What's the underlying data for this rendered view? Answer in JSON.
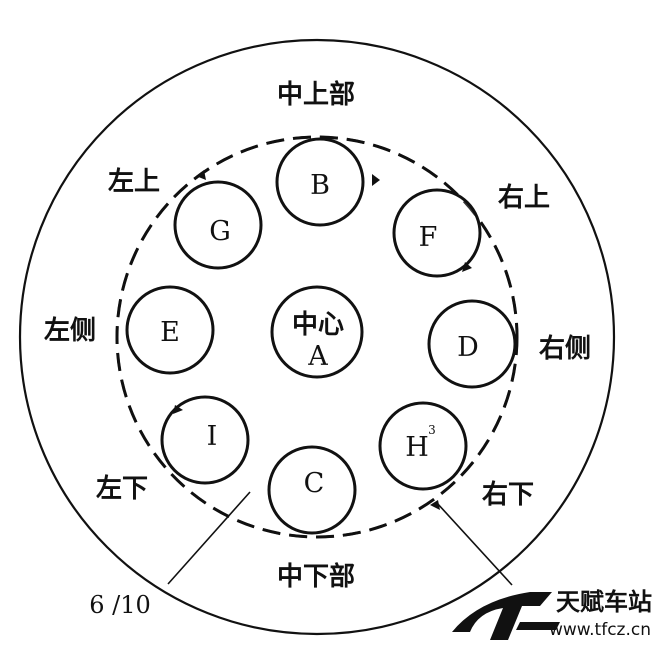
{
  "diagram": {
    "top_label": "中上部",
    "bottom_label": "中下部",
    "labels": {
      "upper_left": "左上",
      "upper_right": "右上",
      "left_side": "左侧",
      "right_side": "右侧",
      "lower_left": "左下",
      "lower_right": "右下"
    },
    "center": {
      "label": "中心",
      "letter": "A"
    },
    "ring_points": {
      "top": "B",
      "upper_right": "F",
      "right": "D",
      "lower_right": "H",
      "bottom": "C",
      "lower_left": "I",
      "left": "E",
      "upper_left": "G"
    },
    "small_marks": {
      "h_mark": "3"
    },
    "scale_note": "6 /10"
  },
  "watermark": {
    "title": "天赋车站",
    "url": "www.tfcz.cn",
    "logo": "TF"
  },
  "colors": {
    "ink": "#111111",
    "paper": "#ffffff"
  }
}
